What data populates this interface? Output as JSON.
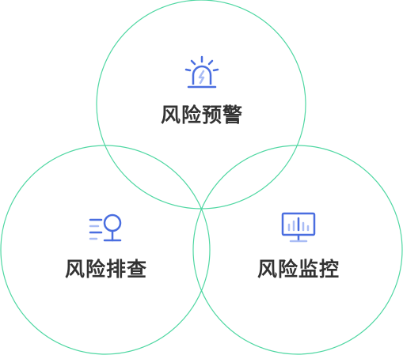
{
  "colors": {
    "circle_stroke": "#4fd7a2",
    "icon_primary": "#4a6ee0",
    "icon_light": "#a9bcf5",
    "label_text": "#333333"
  },
  "nodes": {
    "top": {
      "label": "风险预警",
      "icon": "alarm-siren-icon"
    },
    "left": {
      "label": "风险排查",
      "icon": "magnifier-check-icon"
    },
    "right": {
      "label": "风险监控",
      "icon": "monitor-chart-icon"
    }
  }
}
